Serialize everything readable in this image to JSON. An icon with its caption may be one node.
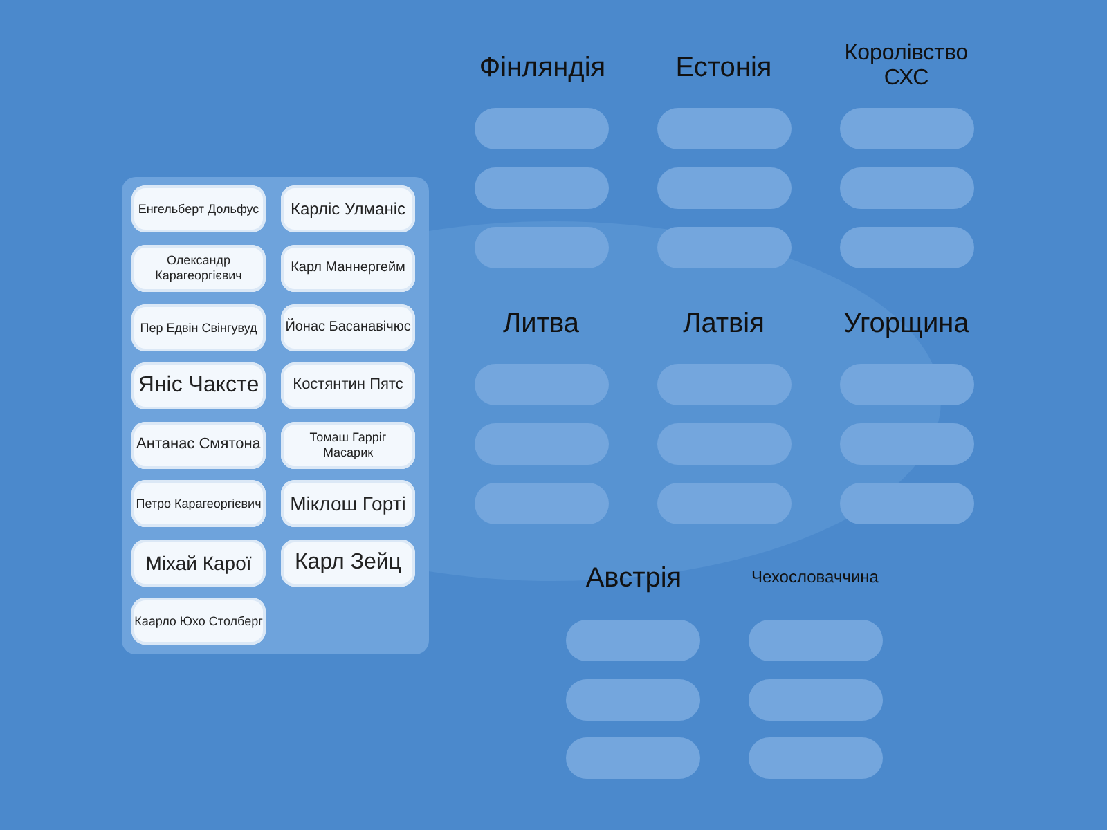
{
  "diagram": {
    "nodes": [
      {
        "text": [],
        "shape": "box"
      },
      {
        "text": [
          "Енгельберт Дольфус"
        ],
        "in": 0
      },
      {
        "text": [
          "Карліс Улманіс"
        ],
        "in": 0
      },
      {
        "text": [
          "Олександр Карагеоргієвич"
        ],
        "in": 0
      },
      {
        "text": [
          "Карл Маннергейм"
        ],
        "in": 0
      },
      {
        "text": [
          "Пер Едвін Свінгувуд"
        ],
        "in": 0
      },
      {
        "text": [
          "Йонас Басанавічюс"
        ],
        "in": 0
      },
      {
        "text": [
          "Яніс Чаксте"
        ],
        "in": 0
      },
      {
        "text": [
          "Костянтин Пятс"
        ],
        "in": 0
      },
      {
        "text": [
          "Антанас Смятона"
        ],
        "in": 0
      },
      {
        "text": [
          "Томаш Гарріг Масарик"
        ],
        "in": 0
      },
      {
        "text": [
          "Петро Карагеоргієвич"
        ],
        "in": 0
      },
      {
        "text": [
          "Міклош Горті"
        ],
        "in": 0
      },
      {
        "text": [
          "Міхай Карої"
        ],
        "in": 0
      },
      {
        "text": [
          "Карл Зейц"
        ],
        "in": 0
      },
      {
        "text": [
          "Каарло Юхо Столберг"
        ],
        "in": 0
      },
      {
        "text": [],
        "shape": "box"
      },
      {
        "text": [],
        "shape": "box"
      },
      {
        "text": [],
        "shape": "box"
      },
      {
        "text": [],
        "shape": "box"
      },
      {
        "text": [],
        "shape": "box"
      },
      {
        "text": [],
        "shape": "box"
      },
      {
        "text": [],
        "shape": "box"
      },
      {
        "text": [],
        "shape": "box"
      },
      {
        "text": [],
        "shape": "box"
      },
      {
        "text": [],
        "shape": "box"
      },
      {
        "text": [],
        "shape": "box"
      },
      {
        "text": [],
        "shape": "box"
      },
      {
        "text": [],
        "shape": "box"
      },
      {
        "text": [],
        "shape": "box"
      },
      {
        "text": [],
        "shape": "box"
      },
      {
        "text": [],
        "shape": "box"
      },
      {
        "text": [],
        "shape": "box"
      },
      {
        "text": [],
        "shape": "box"
      },
      {
        "text": [],
        "shape": "box"
      },
      {
        "text": [],
        "shape": "box"
      },
      {
        "text": [],
        "shape": "box"
      },
      {
        "text": [],
        "shape": "box"
      },
      {
        "text": [],
        "shape": "box"
      },
      {
        "text": [],
        "shape": "box"
      }
    ],
    "edges": [],
    "labels": [
      "Фінляндія",
      "Естонія",
      "Королівство СХС",
      "Литва",
      "Латвія",
      "Угорщина",
      "Австрія",
      "Чехословаччина"
    ]
  }
}
